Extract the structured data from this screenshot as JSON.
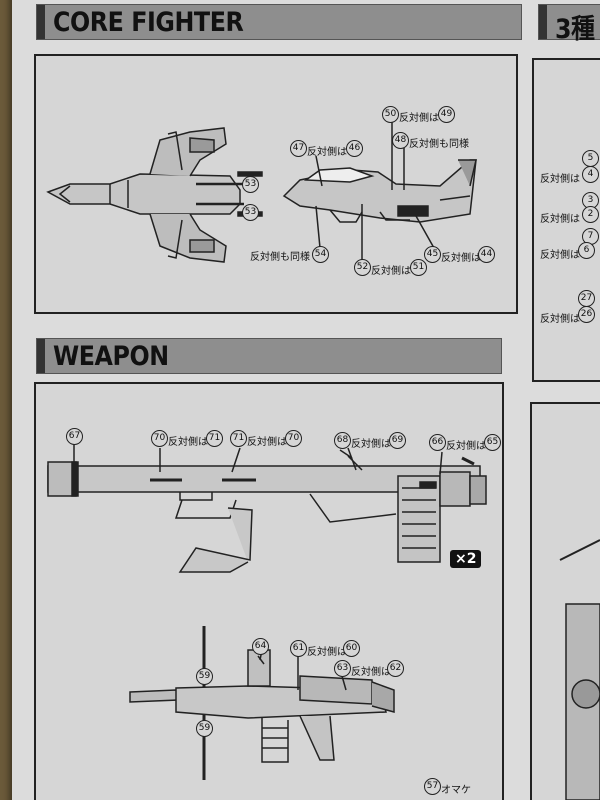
{
  "sections": {
    "core_fighter": {
      "title": "CORE FIGHTER"
    },
    "weapon": {
      "title": "WEAPON"
    },
    "right_partial": {
      "title": "3種"
    }
  },
  "core_fighter_callouts": {
    "c53a": "53",
    "c53b": "53",
    "c54": {
      "num": "54",
      "text": "反対側も同様"
    },
    "c47": {
      "num": "47",
      "text": "反対側は",
      "ref": "46"
    },
    "c50": {
      "num": "50",
      "text": "反対側は",
      "ref": "49"
    },
    "c48": {
      "num": "48",
      "text": "反対側も同様"
    },
    "c52": {
      "num": "52",
      "text": "反対側は",
      "ref": "51"
    },
    "c45": {
      "num": "45",
      "text": "反対側は",
      "ref": "44"
    }
  },
  "weapon_callouts": {
    "c67": "67",
    "c70": {
      "num": "70",
      "text": "反対側は",
      "ref": "71"
    },
    "c71": {
      "num": "71",
      "text": "反対側は",
      "ref": "70"
    },
    "c68": {
      "num": "68",
      "text": "反対側は",
      "ref": "69"
    },
    "c66": {
      "num": "66",
      "text": "反対側は",
      "ref": "65"
    },
    "multiplier": "×2",
    "c64": "64",
    "c61": {
      "num": "61",
      "text": "反対側は",
      "ref": "60"
    },
    "c63": {
      "num": "63",
      "text": "反対側は",
      "ref": "62"
    },
    "c59a": "59",
    "c59b": "59",
    "c57": {
      "num": "57",
      "text": "オマケ"
    }
  },
  "right_column": {
    "r5": "5",
    "r4": "4",
    "r3": "3",
    "r2": "2",
    "r7": "7",
    "r6": "6",
    "r27": "27",
    "r26": "26",
    "text": "反対側は"
  }
}
